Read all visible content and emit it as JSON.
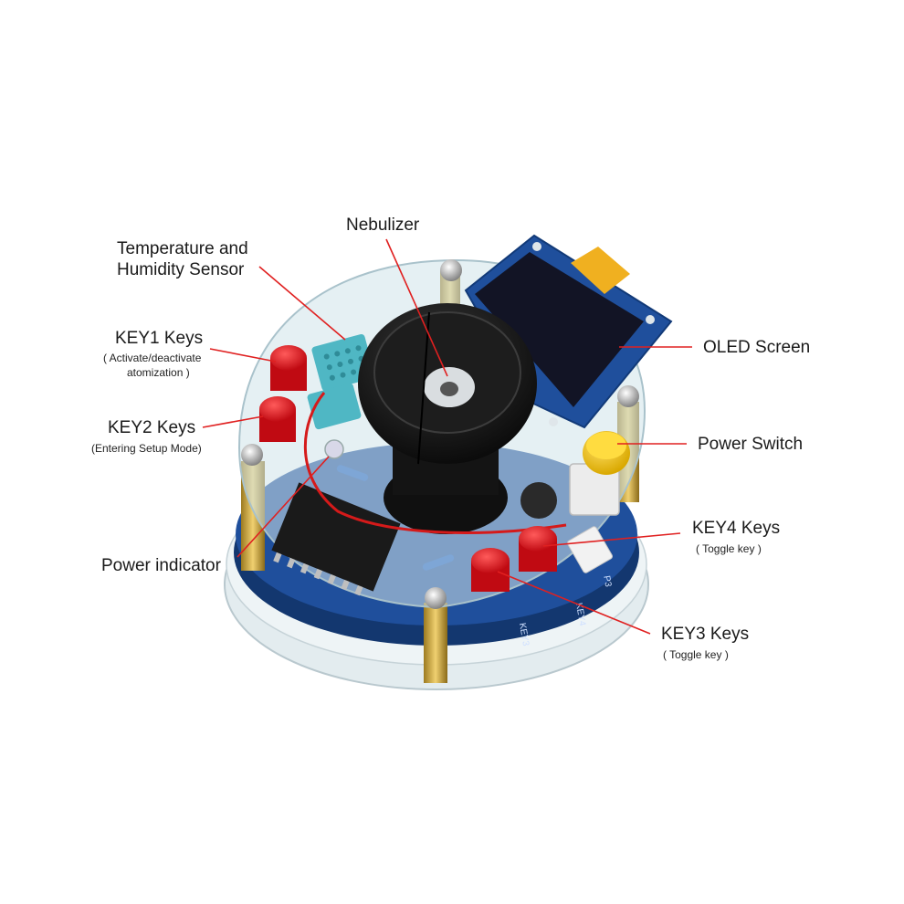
{
  "labels": {
    "nebulizer": "Nebulizer",
    "temp_sensor_line1": "Temperature and",
    "temp_sensor_line2": "Humidity Sensor",
    "key1": "KEY1 Keys",
    "key1_desc_line1": "( Activate/deactivate",
    "key1_desc_line2": "atomization )",
    "key2": "KEY2 Keys",
    "key2_desc": "(Entering Setup Mode)",
    "power_indicator": "Power indicator",
    "oled_screen": "OLED Screen",
    "power_switch": "Power Switch",
    "key4": "KEY4 Keys",
    "key4_desc": "( Toggle key )",
    "key3": "KEY3 Keys",
    "key3_desc": "( Toggle key )"
  },
  "pcb_markings": {
    "key3_silk": "KEY3",
    "key4_silk": "KEY4",
    "p3_silk": "P3"
  },
  "colors": {
    "leader_line": "#e02020",
    "pcb": "#1f4f9c",
    "button_red": "#e0141b",
    "button_yellow": "#f3c51a",
    "nebulizer_black": "#141414",
    "acrylic": "#d9e6ec"
  }
}
